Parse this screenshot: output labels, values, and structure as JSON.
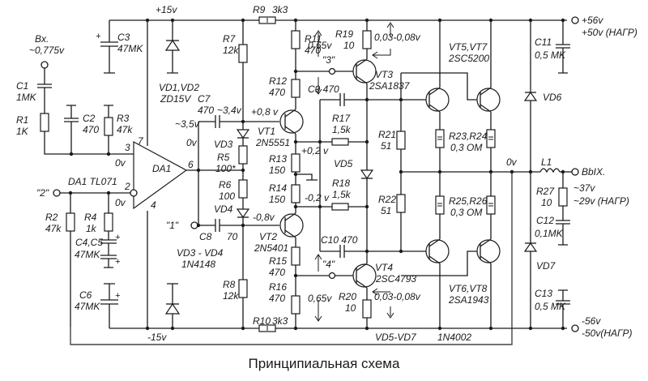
{
  "caption": "Принципиальная схема",
  "supply": {
    "pos15": "+15v",
    "neg15": "-15v",
    "pos56": "+56v",
    "pos50": "+50v (НАГР)",
    "neg56": "-56v",
    "neg50": "-50v(НАГР)"
  },
  "input": {
    "label": "Bx.",
    "level": "~0,775v"
  },
  "output": {
    "label": "BbIX.",
    "level1": "~37v",
    "level2": "~29v (НАГР)"
  },
  "testpoints": {
    "tp1": "\"1\"",
    "tp2": "\"2\"",
    "tp3": "\"3\"",
    "tp4": "\"4\""
  },
  "opamp": {
    "name": "DA1",
    "type": "DA1 TL071",
    "pin2": "2",
    "pin3": "3",
    "pin4": "4",
    "pin6": "6",
    "pin7": "7"
  },
  "voltages": {
    "in_plus": "0v",
    "in_minus": "0v",
    "out_0v": "0v",
    "pre_c7": "~3,5v",
    "c7_side": "~3,4v",
    "vt1_base": "+0,8 v",
    "vt2_base": "-0,8v",
    "r13_top": "+0,2 v",
    "r14_bot": "-0,2 v",
    "vbe_top": "0,65v",
    "vbe_bot": "0,65v",
    "re_top": "0,03-0,08v",
    "re_bot": "0,03-0,08v",
    "out_node": "0v"
  },
  "components": {
    "C1": [
      "C1",
      "1MK"
    ],
    "R1": [
      "R1",
      "1K"
    ],
    "C2": [
      "C2",
      "470"
    ],
    "R3": [
      "R3",
      "47k"
    ],
    "C3": [
      "C3",
      "47MK"
    ],
    "R2": [
      "R2",
      "47k"
    ],
    "R4": [
      "R4",
      "1k"
    ],
    "C45": [
      "C4,C5",
      "47MK"
    ],
    "C6": [
      "C6",
      "47MK"
    ],
    "VD12": [
      "VD1,VD2",
      "ZD15V"
    ],
    "C7": [
      "C7",
      "470"
    ],
    "C8": [
      "C8",
      "70"
    ],
    "R7": [
      "R7",
      "12k"
    ],
    "R8": [
      "R8",
      "12k"
    ],
    "R9": [
      "R9",
      "3k3"
    ],
    "R10": [
      "R10",
      "3k3"
    ],
    "VD3": [
      "VD3"
    ],
    "VD4": [
      "VD4"
    ],
    "VD34": [
      "VD3 - VD4",
      "1N4148"
    ],
    "R5": [
      "R5",
      "100*"
    ],
    "R6": [
      "R6",
      "100"
    ],
    "R11": [
      "R11",
      "470"
    ],
    "R12": [
      "R12",
      "470"
    ],
    "R13": [
      "R13",
      "150"
    ],
    "R14": [
      "R14",
      "150"
    ],
    "R15": [
      "R15",
      "470"
    ],
    "R16": [
      "R16",
      "470"
    ],
    "VT1": [
      "VT1",
      "2N5551"
    ],
    "VT2": [
      "VT2",
      "2N5401"
    ],
    "C9": [
      "C9 470"
    ],
    "C10": [
      "C10 470"
    ],
    "R17": [
      "R17",
      "1,5k"
    ],
    "R18": [
      "R18",
      "1,5k"
    ],
    "VD5": [
      "VD5"
    ],
    "R19": [
      "R19",
      "10"
    ],
    "R20": [
      "R20",
      "10"
    ],
    "VT3": [
      "VT3",
      "2SA1837"
    ],
    "VT4": [
      "VT4",
      "2SC4793"
    ],
    "R21": [
      "R21",
      "51"
    ],
    "R22": [
      "R22",
      "51"
    ],
    "VT57": [
      "VT5,VT7",
      "2SC5200"
    ],
    "VT68": [
      "VT6,VT8",
      "2SA1943"
    ],
    "R2324": [
      "R23,R24",
      "0,3 OM"
    ],
    "R2526": [
      "R25,R26",
      "0,3 OM"
    ],
    "VD6": [
      "VD6"
    ],
    "VD7": [
      "VD7"
    ],
    "VD57": [
      "VD5-VD7",
      "1N4002"
    ],
    "C11": [
      "C11",
      "0,5 MK"
    ],
    "C13": [
      "C13",
      "0,5 MK"
    ],
    "L1": [
      "L1"
    ],
    "R27": [
      "R27",
      "10"
    ],
    "C12": [
      "C12",
      "0,1MK"
    ]
  }
}
